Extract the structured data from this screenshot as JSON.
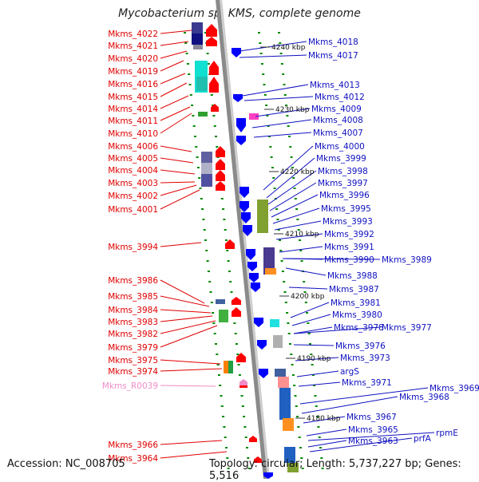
{
  "title": "Mycobacterium sp. KMS, complete genome",
  "accession": "Accession: NC_008705",
  "summary": "Topology: circular; Length: 5,737,227 bp; Genes: 5,516",
  "colors": {
    "forward_label": "#e00000",
    "reverse_label": "#1010c0",
    "rna_label": "#f08cc8",
    "forward_gene": "#ff0000",
    "reverse_gene": "#0000ff",
    "backbone": "#8a8a8a",
    "ticks": "#008800"
  },
  "kbp_ticks": [
    "4240 kbp",
    "4230 kbp",
    "4220 kbp",
    "4210 kbp",
    "4200 kbp",
    "4190 kbp",
    "4180 kbp"
  ],
  "left_labels": [
    "Mkms_4022",
    "Mkms_4021",
    "Mkms_4020",
    "Mkms_4019",
    "Mkms_4016",
    "Mkms_4015",
    "Mkms_4014",
    "Mkms_4011",
    "Mkms_4010",
    "Mkms_4006",
    "Mkms_4005",
    "Mkms_4004",
    "Mkms_4003",
    "Mkms_4002",
    "Mkms_4001",
    "Mkms_3994",
    "Mkms_3986",
    "Mkms_3985",
    "Mkms_3984",
    "Mkms_3983",
    "Mkms_3982",
    "Mkms_3979",
    "Mkms_3975",
    "Mkms_3974",
    "Mkms_R0039",
    "Mkms_3966",
    "Mkms_3964"
  ],
  "right_labels": [
    "Mkms_4018",
    "Mkms_4017",
    "Mkms_4013",
    "Mkms_4012",
    "Mkms_4009",
    "Mkms_4008",
    "Mkms_4007",
    "Mkms_4000",
    "Mkms_3999",
    "Mkms_3998",
    "Mkms_3997",
    "Mkms_3996",
    "Mkms_3995",
    "Mkms_3993",
    "Mkms_3992",
    "Mkms_3991",
    "Mkms_3990",
    "Mkms_3989",
    "Mkms_3988",
    "Mkms_3987",
    "Mkms_3981",
    "Mkms_3980",
    "Mkms_3978",
    "Mkms_3977",
    "Mkms_3976",
    "Mkms_3973",
    "argS",
    "Mkms_3971",
    "Mkms_3969",
    "Mkms_3968",
    "Mkms_3967",
    "Mkms_3965",
    "rpmE",
    "Mkms_3963",
    "prfA"
  ]
}
